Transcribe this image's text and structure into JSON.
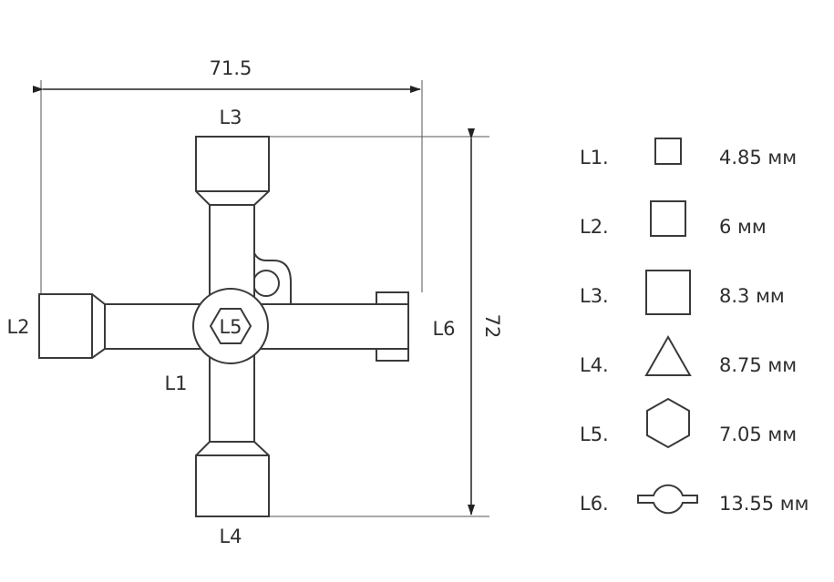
{
  "dimensions": {
    "width": "71.5",
    "height": "72"
  },
  "diagram_labels": {
    "l1": "L1",
    "l2": "L2",
    "l3": "L3",
    "l4": "L4",
    "l5": "L5",
    "l6": "L6"
  },
  "legend": [
    {
      "label": "L1.",
      "shape": "square-small",
      "value": "4.85 мм"
    },
    {
      "label": "L2.",
      "shape": "square-medium",
      "value": "6 мм"
    },
    {
      "label": "L3.",
      "shape": "square-large",
      "value": "8.3 мм"
    },
    {
      "label": "L4.",
      "shape": "triangle",
      "value": "8.75 мм"
    },
    {
      "label": "L5.",
      "shape": "hexagon",
      "value": "7.05 мм"
    },
    {
      "label": "L6.",
      "shape": "double-bit",
      "value": "13.55 мм"
    }
  ]
}
